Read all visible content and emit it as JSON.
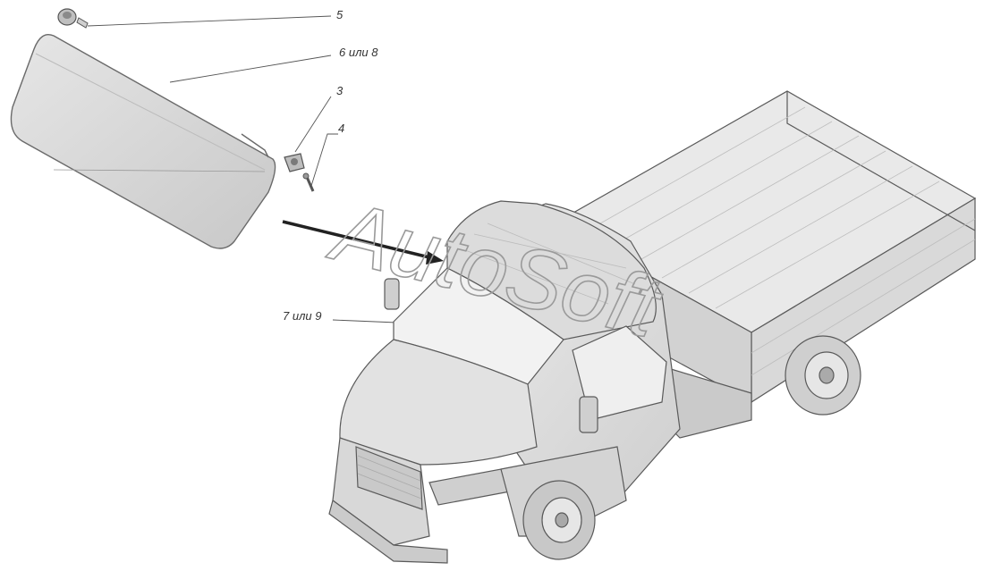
{
  "callouts": {
    "c5": "5",
    "c6": "6 или 8",
    "c3": "3",
    "c4": "4",
    "c7": "7 или 9"
  },
  "watermark": "AutoSoft",
  "colors": {
    "line": "#555555",
    "part_fill": "#d6d6d6",
    "truck_fill": "#e4e4e4",
    "background": "#ffffff"
  }
}
